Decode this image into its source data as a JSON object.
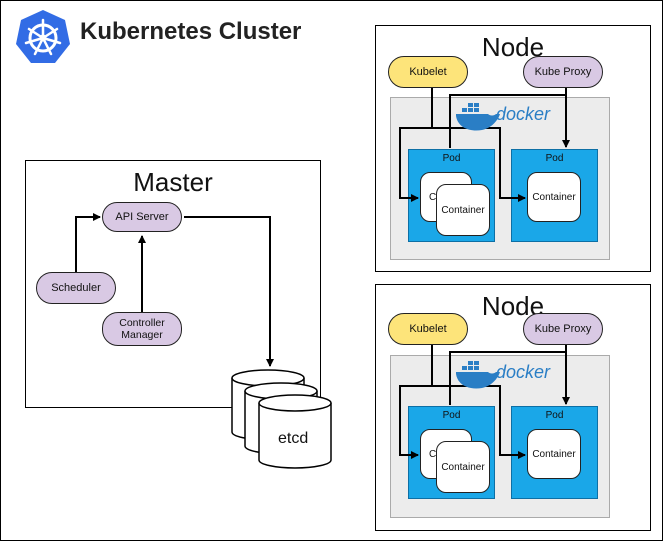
{
  "title": "Kubernetes Cluster",
  "master": {
    "title": "Master",
    "api_server": "API Server",
    "scheduler": "Scheduler",
    "controller_manager": "Controller Manager",
    "etcd": "etcd"
  },
  "nodes": [
    {
      "title": "Node",
      "kubelet": "Kubelet",
      "kube_proxy": "Kube Proxy",
      "docker": "docker",
      "pods": [
        {
          "label": "Pod",
          "containers": [
            "C",
            "Container"
          ]
        },
        {
          "label": "Pod",
          "containers": [
            "Container"
          ]
        }
      ]
    },
    {
      "title": "Node",
      "kubelet": "Kubelet",
      "kube_proxy": "Kube Proxy",
      "docker": "docker",
      "pods": [
        {
          "label": "Pod",
          "containers": [
            "C",
            "Container"
          ]
        },
        {
          "label": "Pod",
          "containers": [
            "Container"
          ]
        }
      ]
    }
  ],
  "colors": {
    "pill_purple": "#d9c9e4",
    "pill_yellow": "#fde47a",
    "pod_blue": "#1aa7e8",
    "docker_blue": "#2a7ec5",
    "k8s_blue": "#326ce5"
  },
  "icons": [
    "kubernetes-logo-icon",
    "docker-whale-icon"
  ]
}
